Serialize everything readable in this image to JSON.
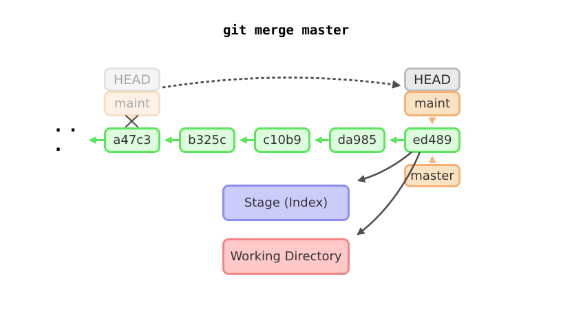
{
  "title": "git merge master",
  "ellipsis": "· · ·",
  "ghost": {
    "head": "HEAD",
    "maint": "maint"
  },
  "pointers": {
    "head": "HEAD",
    "maint": "maint",
    "master": "master"
  },
  "commits": [
    "a47c3",
    "b325c",
    "c10b9",
    "da985",
    "ed489"
  ],
  "areas": {
    "stage": "Stage (Index)",
    "working": "Working Directory"
  },
  "colors": {
    "commit_fill": "#ddfcdd",
    "commit_border": "#5ae65a",
    "branch_fill": "#fbe2c3",
    "branch_border": "#f4b173",
    "head_fill": "#e9e9e9",
    "head_border": "#bbbbbb",
    "stage_fill": "#ccccfa",
    "stage_border": "#8e8ef2",
    "working_fill": "#ffc9c9",
    "working_border": "#f38585",
    "arrow_green": "#5ae65a",
    "arrow_orange": "#f5b377",
    "arrow_dark": "#4f4f4f",
    "text": "#333333"
  }
}
